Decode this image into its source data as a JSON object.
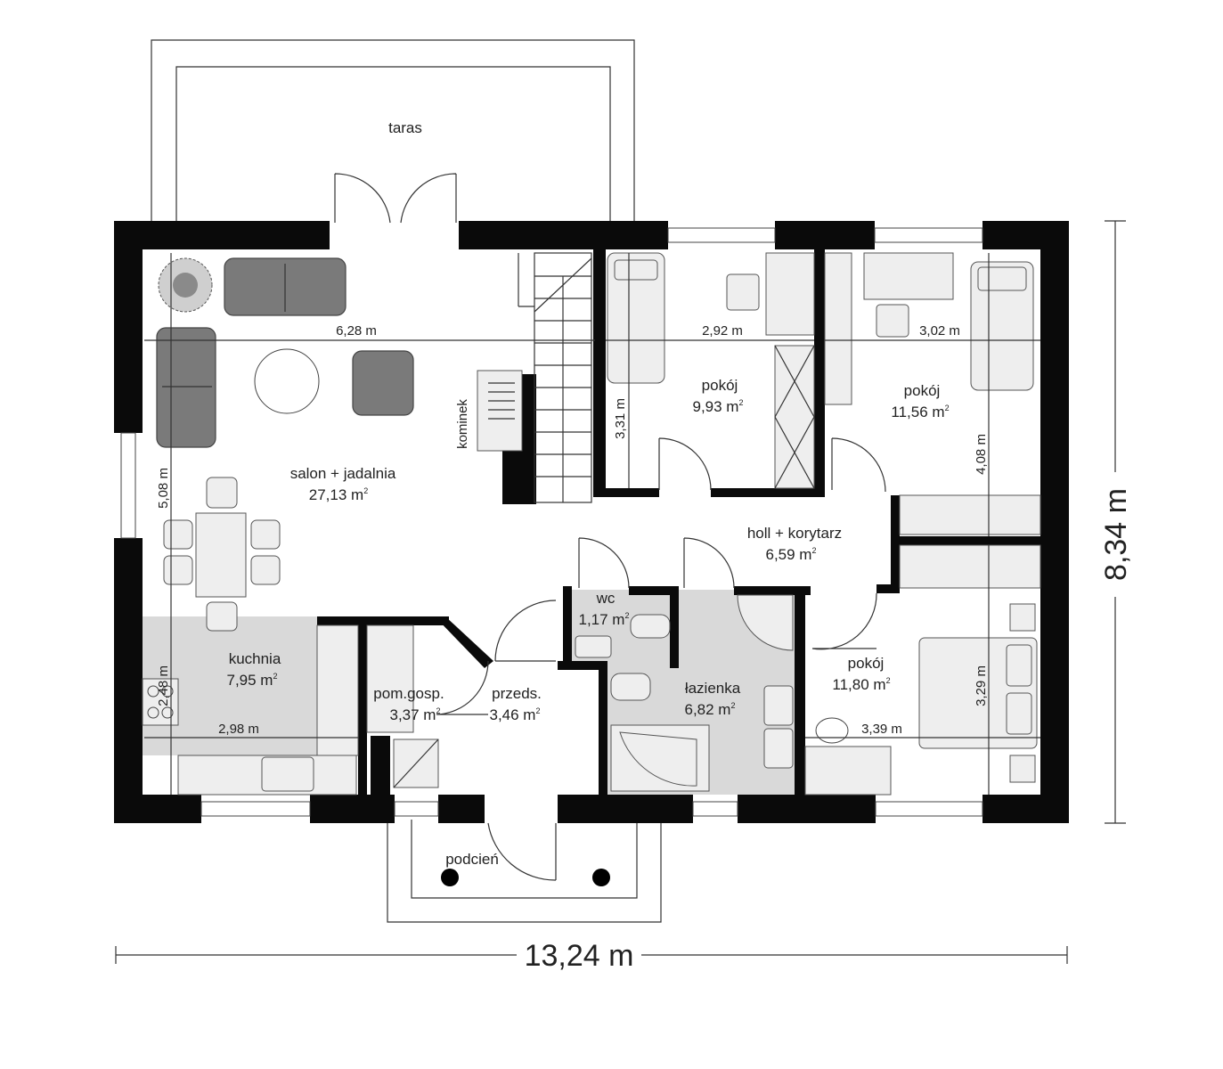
{
  "rooms": [
    {
      "id": "taras",
      "name": "taras",
      "area": ""
    },
    {
      "id": "salon",
      "name": "salon + jadalnia",
      "area": "27,13 m"
    },
    {
      "id": "pokoj1",
      "name": "pokój",
      "area": "9,93 m"
    },
    {
      "id": "pokoj2",
      "name": "pokój",
      "area": "11,56 m"
    },
    {
      "id": "holl",
      "name": "holl + korytarz",
      "area": "6,59 m"
    },
    {
      "id": "wc",
      "name": "wc",
      "area": "1,17 m"
    },
    {
      "id": "kuchnia",
      "name": "kuchnia",
      "area": "7,95 m"
    },
    {
      "id": "pomgosp",
      "name": "pom.gosp.",
      "area": "3,37 m"
    },
    {
      "id": "przeds",
      "name": "przeds.",
      "area": "3,46 m"
    },
    {
      "id": "lazienka",
      "name": "łazienka",
      "area": "6,82 m"
    },
    {
      "id": "pokoj3",
      "name": "pokój",
      "area": "11,80 m"
    },
    {
      "id": "podcien",
      "name": "podcień",
      "area": ""
    }
  ],
  "area_superscript": "2",
  "fireplace_label": "kominek",
  "dimensions": {
    "salon_width": "6,28 m",
    "salon_depth": "5,08 m",
    "pokoj1_width": "2,92 m",
    "pokoj1_depth": "3,31 m",
    "pokoj2_width": "3,02 m",
    "pokoj2_depth": "4,08 m",
    "kuchnia_width": "2,98 m",
    "kuchnia_depth": "2,48 m",
    "pokoj3_width": "3,39 m",
    "pokoj3_depth": "3,29 m",
    "total_width": "13,24 m",
    "total_depth": "8,34 m"
  },
  "colors": {
    "wall": "#0a0a0a",
    "wet_floor": "#d9d9d9",
    "furniture": "#7a7a7a"
  }
}
